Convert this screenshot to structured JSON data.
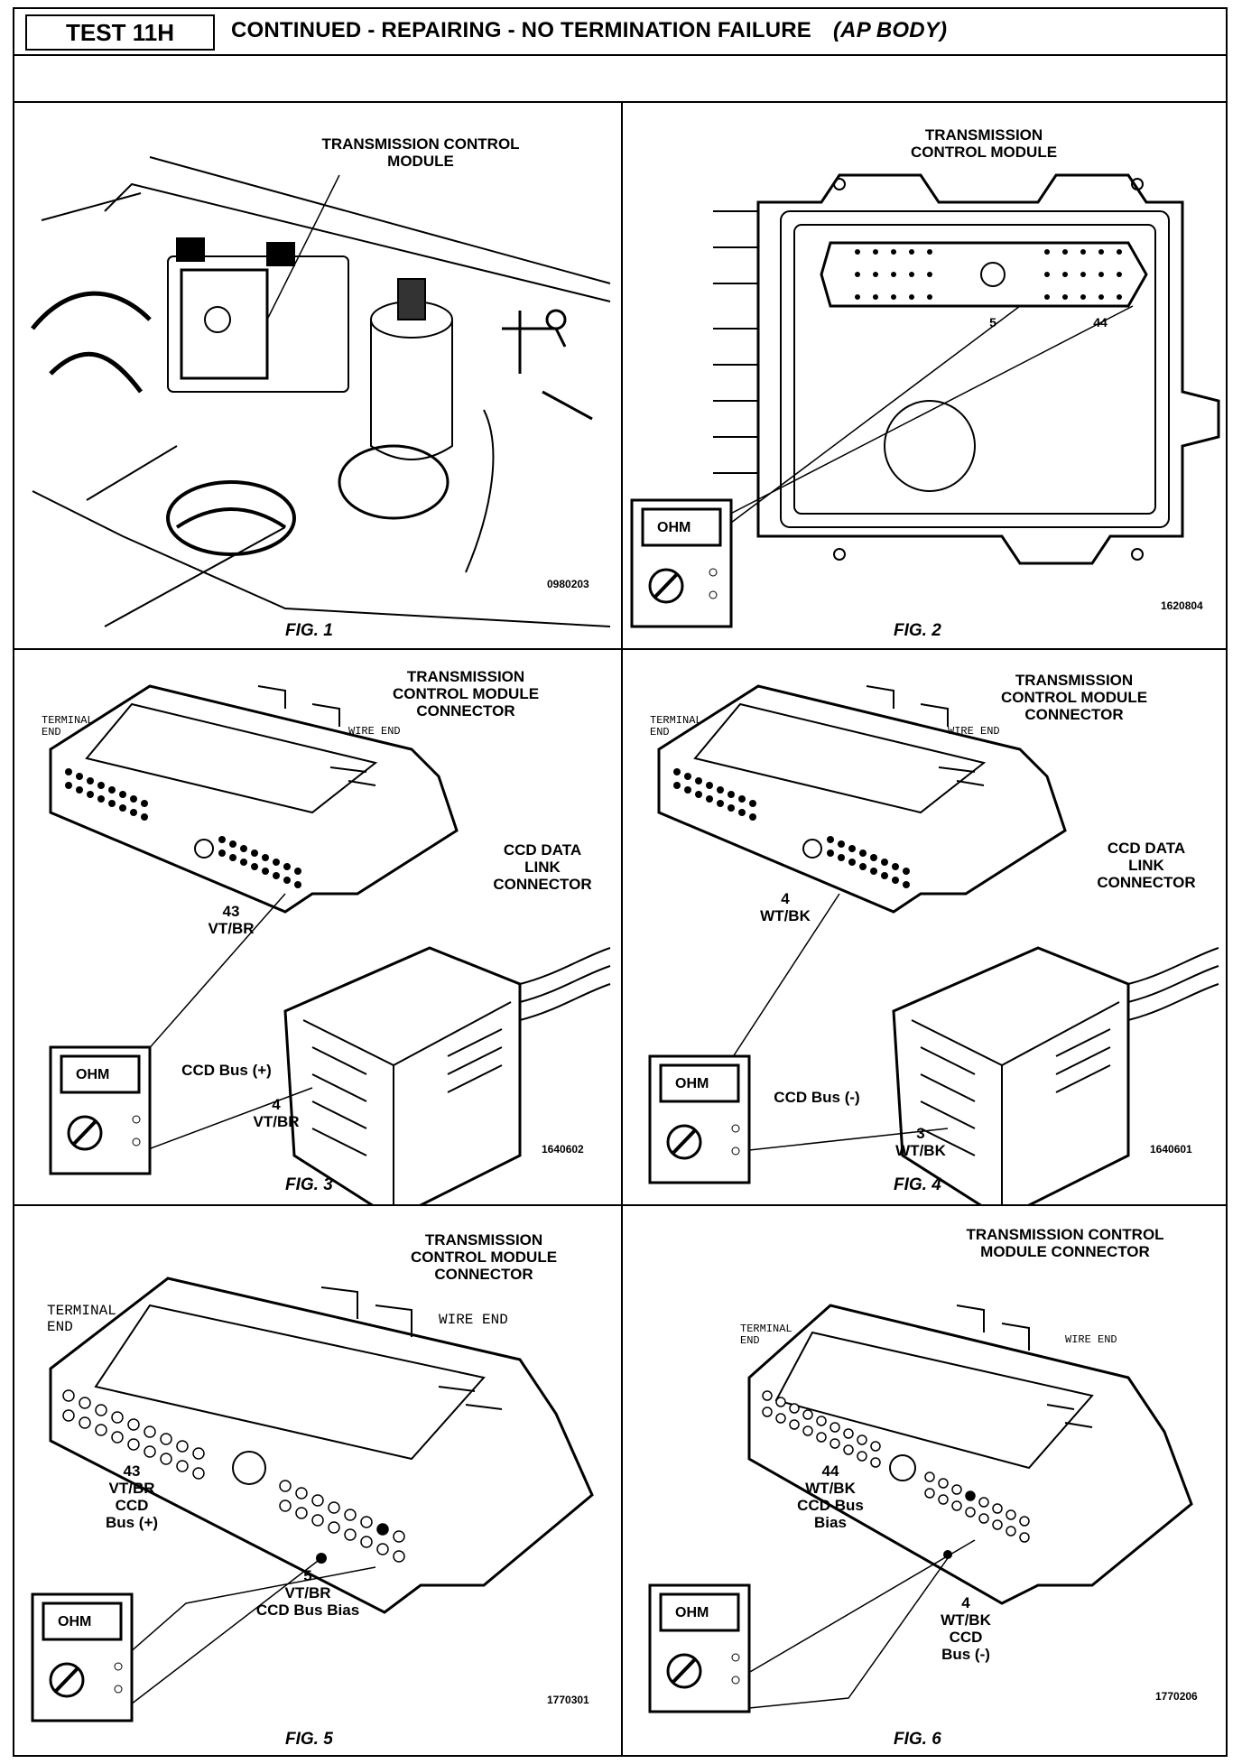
{
  "header": {
    "test_id": "TEST 11H",
    "title": "CONTINUED -  REPAIRING - NO TERMINATION FAILURE",
    "title_emphasis": "(AP BODY)"
  },
  "meter_label": "OHM",
  "figures": [
    {
      "caption": "FIG. 1",
      "code": "0980203",
      "labels": {
        "module": "TRANSMISSION CONTROL\nMODULE"
      }
    },
    {
      "caption": "FIG. 2",
      "code": "1620804",
      "labels": {
        "module": "TRANSMISSION\nCONTROL MODULE",
        "pin_a": "5",
        "pin_b": "44"
      }
    },
    {
      "caption": "FIG. 3",
      "code": "1640602",
      "labels": {
        "connector": "TRANSMISSION\nCONTROL MODULE\nCONNECTOR",
        "terminal_end": "TERMINAL\nEND",
        "wire_end": "WIRE END",
        "ccd": "CCD DATA\nLINK\nCONNECTOR",
        "pin_a": "43\nVT/BR",
        "pin_b": "4\nVT/BR",
        "bus": "CCD Bus (+)"
      }
    },
    {
      "caption": "FIG. 4",
      "code": "1640601",
      "labels": {
        "connector": "TRANSMISSION\nCONTROL MODULE\nCONNECTOR",
        "terminal_end": "TERMINAL\nEND",
        "wire_end": "WIRE END",
        "ccd": "CCD DATA\nLINK\nCONNECTOR",
        "pin_a": "4\nWT/BK",
        "pin_b": "3\nWT/BK",
        "bus": "CCD Bus (-)"
      }
    },
    {
      "caption": "FIG. 5",
      "code": "1770301",
      "labels": {
        "connector": "TRANSMISSION\nCONTROL MODULE\nCONNECTOR",
        "terminal_end": "TERMINAL\nEND",
        "wire_end": "WIRE END",
        "pin_a": "43\nVT/BR\nCCD\nBus (+)",
        "pin_b": "5\nVT/BR\nCCD Bus Bias"
      }
    },
    {
      "caption": "FIG. 6",
      "code": "1770206",
      "labels": {
        "connector": "TRANSMISSION CONTROL\nMODULE CONNECTOR",
        "terminal_end": "TERMINAL\nEND",
        "wire_end": "WIRE END",
        "pin_a": "44\nWT/BK\nCCD Bus\nBias",
        "pin_b": "4\nWT/BK\nCCD\nBus (-)"
      }
    }
  ]
}
